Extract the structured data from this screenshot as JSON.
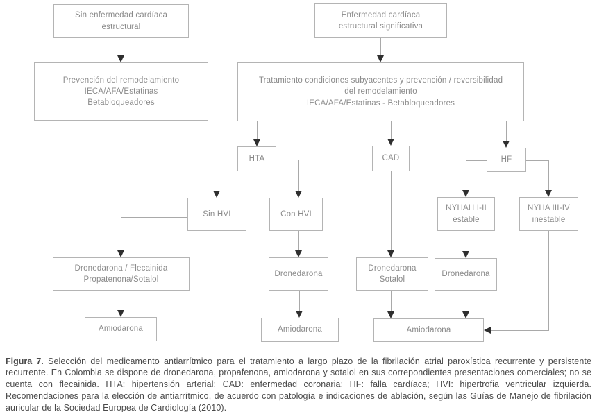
{
  "figure": {
    "nodes": {
      "no_structural_disease": {
        "lines": [
          "Sin enfermedad cardíaca",
          "estructural"
        ]
      },
      "structural_disease": {
        "lines": [
          "Enfermedad cardíaca",
          "estructural significativa"
        ]
      },
      "prevention": {
        "lines": [
          "Prevención del remodelamiento",
          "IECA/AFA/Estatinas",
          "Betabloqueadores"
        ]
      },
      "treatment": {
        "lines": [
          "Tratamiento condiciones subyacentes y prevención / reversibilidad",
          "del remodelamiento",
          "IECA/AFA/Estatinas - Betabloqueadores"
        ]
      },
      "hta": {
        "lines": [
          "HTA"
        ]
      },
      "cad": {
        "lines": [
          "CAD"
        ]
      },
      "hf": {
        "lines": [
          "HF"
        ]
      },
      "sin_hvi": {
        "lines": [
          "Sin HVI"
        ]
      },
      "con_hvi": {
        "lines": [
          "Con HVI"
        ]
      },
      "nyha_1_2": {
        "lines": [
          "NYHAH I-II",
          "estable"
        ]
      },
      "nyha_3_4": {
        "lines": [
          "NYHA III-IV",
          "inestable"
        ]
      },
      "dronedarona_flecainida": {
        "lines": [
          "Dronedarona / Flecainida",
          "Propatenona/Sotalol"
        ]
      },
      "dronedarona_con_hvi": {
        "lines": [
          "Dronedarona"
        ]
      },
      "dronedarona_sotalol": {
        "lines": [
          "Dronedarona",
          "Sotalol"
        ]
      },
      "dronedarona_nyha": {
        "lines": [
          "Dronedarona"
        ]
      },
      "amiodarona_left": {
        "lines": [
          "Amiodarona"
        ]
      },
      "amiodarona_mid": {
        "lines": [
          "Amiodarona"
        ]
      },
      "amiodarona_right": {
        "lines": [
          "Amiodarona"
        ]
      }
    },
    "caption": {
      "label": "Figura 7.",
      "text": " Selección del medicamento antiarrítmico para el tratamiento a largo plazo de la fibrilación atrial paroxística recurrente y persistente recurrente. En Colombia se dispone de dronedarona, propafenona, amiodarona y sotalol en sus correpondientes presentaciones comerciales; no se cuenta con flecainida. HTA: hipertensión arterial; CAD: enfermedad coronaria; HF: falla cardíaca; HVI: hipertrofia ventricular izquierda. Recomendaciones para la elección de antiarrítmico, de acuerdo con patología e indicaciones de ablación, según las Guías de Manejo de fibrilación auricular de la Sociedad Europea de Cardiología (2010)."
    }
  },
  "colors": {
    "box_border": "#b4b4b4",
    "box_text": "#8a8a8a",
    "line": "#a9a9a9",
    "arrow": "#2f2f2f",
    "caption_text": "#4a4a4a",
    "background": "#ffffff"
  }
}
